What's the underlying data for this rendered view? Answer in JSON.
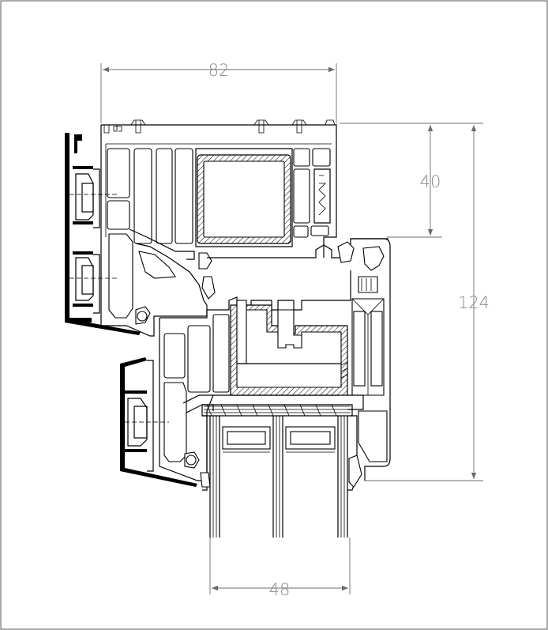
{
  "dimensions": {
    "top_width": "82",
    "bottom_width": "48",
    "upper_height": "40",
    "total_height": "124"
  },
  "colors": {
    "line": "#000000",
    "dimension_line": "#6b6b6b",
    "dimension_text": "#8a8a8a",
    "background": "#ffffff"
  }
}
